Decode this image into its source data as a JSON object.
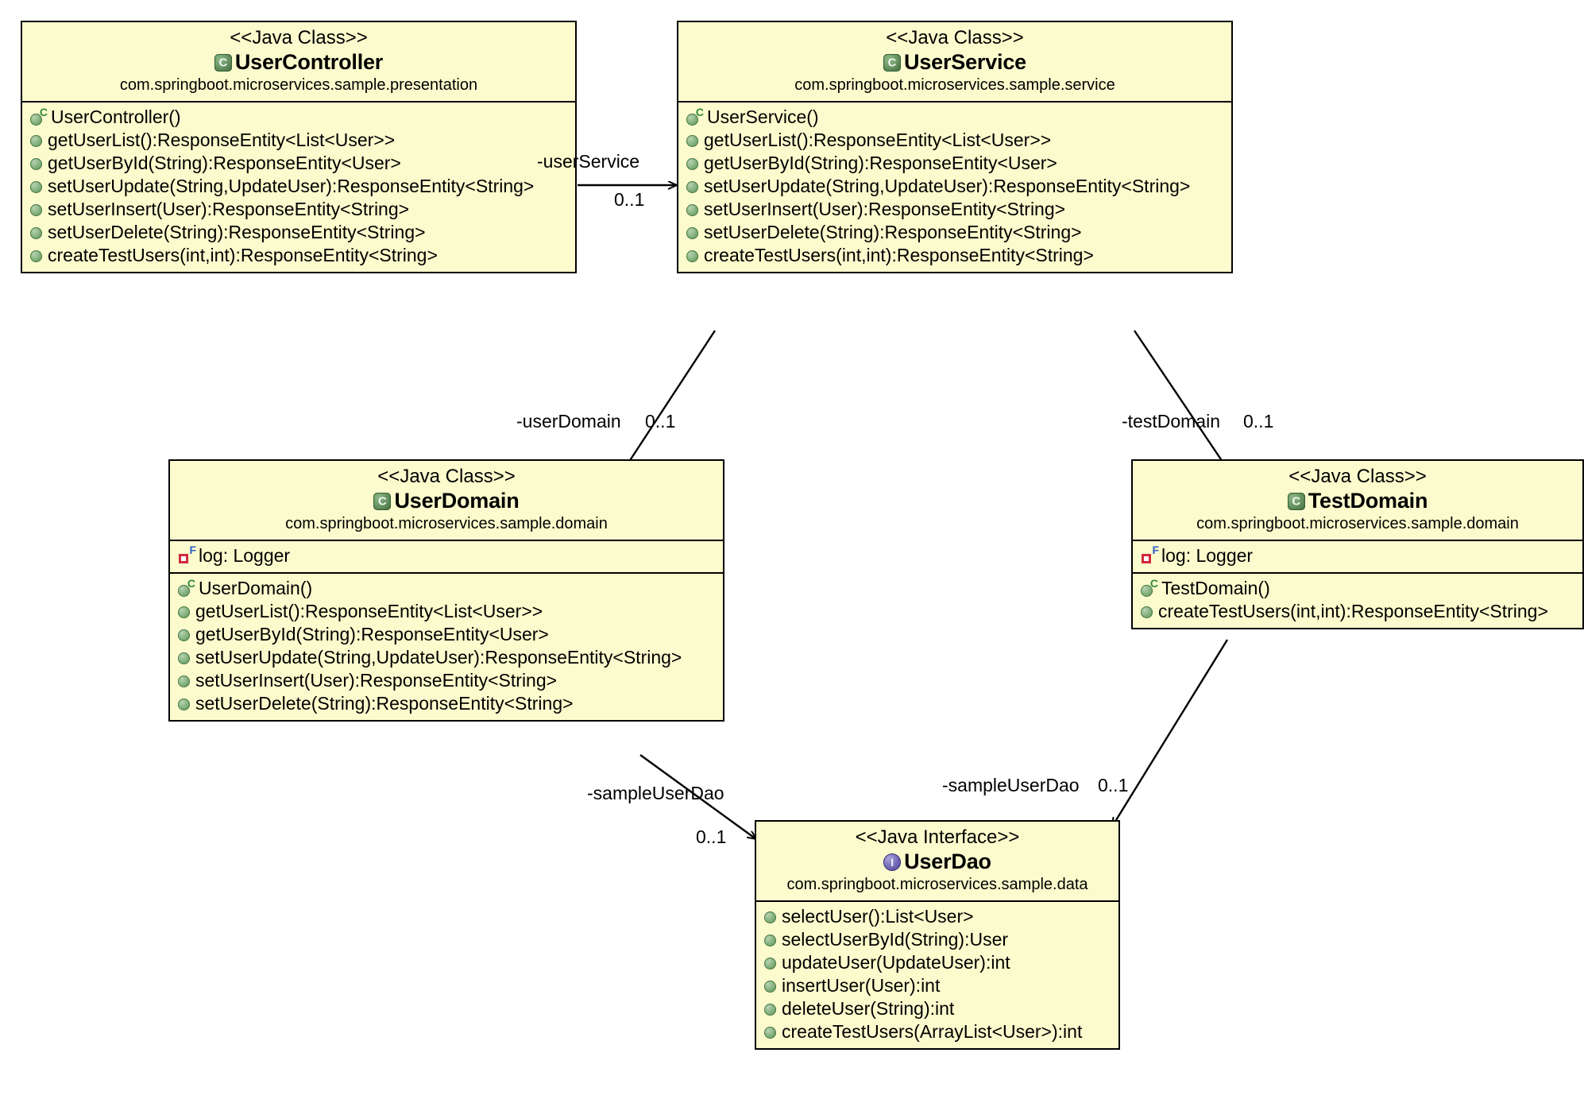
{
  "diagram": {
    "title": "UML Class Diagram",
    "background_color": "#ffffff",
    "class_fill_color": "#fbfbcd",
    "class_border_color": "#000000",
    "class_icon_color": "#5e8a59",
    "interface_icon_color": "#6f66b5",
    "field_icon_color": "#d1293d",
    "method_icon_color": "#7fae79"
  },
  "classes": {
    "userController": {
      "stereotype": "<<Java Class>>",
      "name": "UserController",
      "package": "com.springboot.microservices.sample.presentation",
      "icon": "java-class-icon",
      "members": [
        {
          "kind": "constructor",
          "text": "UserController()"
        },
        {
          "kind": "method",
          "text": "getUserList():ResponseEntity<List<User>>"
        },
        {
          "kind": "method",
          "text": "getUserById(String):ResponseEntity<User>"
        },
        {
          "kind": "method",
          "text": "setUserUpdate(String,UpdateUser):ResponseEntity<String>"
        },
        {
          "kind": "method",
          "text": "setUserInsert(User):ResponseEntity<String>"
        },
        {
          "kind": "method",
          "text": "setUserDelete(String):ResponseEntity<String>"
        },
        {
          "kind": "method",
          "text": "createTestUsers(int,int):ResponseEntity<String>"
        }
      ]
    },
    "userService": {
      "stereotype": "<<Java Class>>",
      "name": "UserService",
      "package": "com.springboot.microservices.sample.service",
      "icon": "java-class-icon",
      "members": [
        {
          "kind": "constructor",
          "text": "UserService()"
        },
        {
          "kind": "method",
          "text": "getUserList():ResponseEntity<List<User>>"
        },
        {
          "kind": "method",
          "text": "getUserById(String):ResponseEntity<User>"
        },
        {
          "kind": "method",
          "text": "setUserUpdate(String,UpdateUser):ResponseEntity<String>"
        },
        {
          "kind": "method",
          "text": "setUserInsert(User):ResponseEntity<String>"
        },
        {
          "kind": "method",
          "text": "setUserDelete(String):ResponseEntity<String>"
        },
        {
          "kind": "method",
          "text": "createTestUsers(int,int):ResponseEntity<String>"
        }
      ]
    },
    "userDomain": {
      "stereotype": "<<Java Class>>",
      "name": "UserDomain",
      "package": "com.springboot.microservices.sample.domain",
      "icon": "java-class-icon",
      "fields": [
        {
          "kind": "field",
          "text": "log: Logger"
        }
      ],
      "members": [
        {
          "kind": "constructor",
          "text": "UserDomain()"
        },
        {
          "kind": "method",
          "text": "getUserList():ResponseEntity<List<User>>"
        },
        {
          "kind": "method",
          "text": "getUserById(String):ResponseEntity<User>"
        },
        {
          "kind": "method",
          "text": "setUserUpdate(String,UpdateUser):ResponseEntity<String>"
        },
        {
          "kind": "method",
          "text": "setUserInsert(User):ResponseEntity<String>"
        },
        {
          "kind": "method",
          "text": "setUserDelete(String):ResponseEntity<String>"
        }
      ]
    },
    "testDomain": {
      "stereotype": "<<Java Class>>",
      "name": "TestDomain",
      "package": "com.springboot.microservices.sample.domain",
      "icon": "java-class-icon",
      "fields": [
        {
          "kind": "field",
          "text": "log: Logger"
        }
      ],
      "members": [
        {
          "kind": "constructor",
          "text": "TestDomain()"
        },
        {
          "kind": "method",
          "text": "createTestUsers(int,int):ResponseEntity<String>"
        }
      ]
    },
    "userDao": {
      "stereotype": "<<Java Interface>>",
      "name": "UserDao",
      "package": "com.springboot.microservices.sample.data",
      "icon": "java-interface-icon",
      "members": [
        {
          "kind": "method",
          "text": "selectUser():List<User>"
        },
        {
          "kind": "method",
          "text": "selectUserById(String):User"
        },
        {
          "kind": "method",
          "text": "updateUser(UpdateUser):int"
        },
        {
          "kind": "method",
          "text": "insertUser(User):int"
        },
        {
          "kind": "method",
          "text": "deleteUser(String):int"
        },
        {
          "kind": "method",
          "text": "createTestUsers(ArrayList<User>):int"
        }
      ]
    }
  },
  "associations": [
    {
      "id": "controller-to-service",
      "from": "UserController",
      "to": "UserService",
      "role": "-userService",
      "multiplicity": "0..1"
    },
    {
      "id": "service-to-userdomain",
      "from": "UserService",
      "to": "UserDomain",
      "role": "-userDomain",
      "multiplicity": "0..1"
    },
    {
      "id": "service-to-testdomain",
      "from": "UserService",
      "to": "TestDomain",
      "role": "-testDomain",
      "multiplicity": "0..1"
    },
    {
      "id": "userdomain-to-userdao",
      "from": "UserDomain",
      "to": "UserDao",
      "role": "-sampleUserDao",
      "multiplicity": "0..1"
    },
    {
      "id": "testdomain-to-userdao",
      "from": "TestDomain",
      "to": "UserDao",
      "role": "-sampleUserDao",
      "multiplicity": "0..1"
    }
  ]
}
